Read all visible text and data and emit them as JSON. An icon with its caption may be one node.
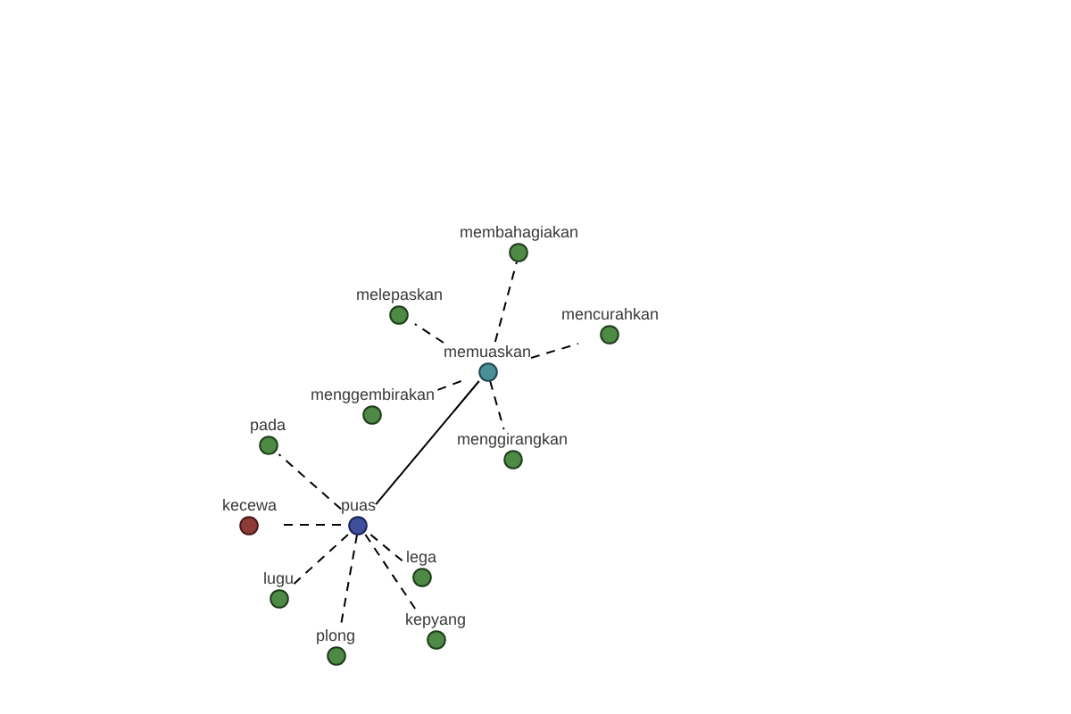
{
  "diagram": {
    "nodes": [
      {
        "text": [
          "puas"
        ]
      },
      {
        "text": [
          "memuaskan"
        ]
      },
      {
        "text": [
          "membahagiakan"
        ]
      },
      {
        "text": [
          "melepaskan"
        ]
      },
      {
        "text": [
          "mencurahkan"
        ]
      },
      {
        "text": [
          "menggembirakan"
        ]
      },
      {
        "text": [
          "menggirangkan"
        ]
      },
      {
        "text": [
          "pada"
        ]
      },
      {
        "text": [
          "kecewa"
        ]
      },
      {
        "text": [
          "lugu"
        ]
      },
      {
        "text": [
          "plong"
        ]
      },
      {
        "text": [
          "lega"
        ]
      },
      {
        "text": [
          "kepyang"
        ]
      }
    ],
    "edges": [
      {
        "from": 0,
        "to": 1,
        "arrow": "none"
      },
      {
        "from": 1,
        "to": 2,
        "arrow": "none",
        "style": "dashed"
      },
      {
        "from": 1,
        "to": 3,
        "arrow": "none",
        "style": "dashed"
      },
      {
        "from": 1,
        "to": 4,
        "arrow": "none",
        "style": "dashed"
      },
      {
        "from": 1,
        "to": 5,
        "arrow": "none",
        "style": "dashed"
      },
      {
        "from": 1,
        "to": 6,
        "arrow": "none",
        "style": "dashed"
      },
      {
        "from": 0,
        "to": 7,
        "arrow": "none",
        "style": "dashed"
      },
      {
        "from": 0,
        "to": 8,
        "arrow": "none",
        "style": "dashed"
      },
      {
        "from": 0,
        "to": 9,
        "arrow": "none",
        "style": "dashed"
      },
      {
        "from": 0,
        "to": 10,
        "arrow": "none",
        "style": "dashed"
      },
      {
        "from": 0,
        "to": 11,
        "arrow": "none",
        "style": "dashed"
      },
      {
        "from": 0,
        "to": 12,
        "arrow": "none",
        "style": "dashed"
      }
    ]
  }
}
